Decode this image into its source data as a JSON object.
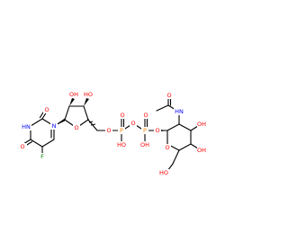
{
  "colors": {
    "bond": "#000000",
    "oxygen": "#ff0000",
    "nitrogen": "#0000ff",
    "fluorine": "#008000",
    "phosphorus": "#ff8000",
    "carbon": "#000000"
  },
  "atom_labels": {
    "o_uracil_c2": "O",
    "o_uracil_c4": "O",
    "nh_uracil_n3": "HN",
    "n_uracil_n1": "N",
    "f_uracil_c5": "F",
    "oh_ribose_c2": "OH",
    "oh_ribose_c3": "HO",
    "o_ribose_ring": "O",
    "o_ribose_c5": "O",
    "p_alpha": "P",
    "o_alpha_double": "O",
    "oh_alpha": "HO",
    "o_bridge": "O",
    "p_beta": "P",
    "o_beta_double": "O",
    "oh_beta": "OH",
    "o_glycosidic": "O",
    "o_acetyl": "O",
    "nh_acetamido": "HN",
    "o_sugar_ring": "O",
    "oh_sugar_c3": "OH",
    "oh_sugar_c4": "OH",
    "oh_sugar_c6": "HO"
  }
}
